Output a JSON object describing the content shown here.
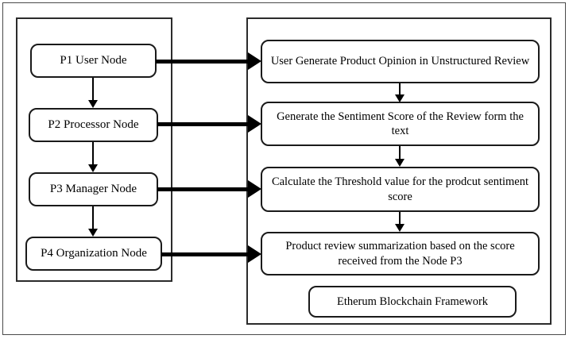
{
  "figure": {
    "type": "block-flow-diagram",
    "background_color": "#ffffff",
    "line_color": "#000000"
  },
  "left_panel": {
    "name": "participant-nodes-panel",
    "nodes": [
      {
        "id": "P1",
        "label": "P1 User Node"
      },
      {
        "id": "P2",
        "label": "P2 Processor Node"
      },
      {
        "id": "P3",
        "label": "P3 Manager Node"
      },
      {
        "id": "P4",
        "label": "P4 Organization Node"
      }
    ]
  },
  "right_panel": {
    "name": "process-steps-panel",
    "steps": [
      {
        "id": "S1",
        "label": "User Generate Product Opinion in Unstructured Review"
      },
      {
        "id": "S2",
        "label": "Generate the Sentiment Score of the Review form the text"
      },
      {
        "id": "S3",
        "label": "Calculate the Threshold value for the prodcut sentiment score"
      },
      {
        "id": "S4",
        "label": "Product review summarization based on the score received from the Node P3"
      }
    ],
    "framework": {
      "id": "F1",
      "label": "Etherum Blockchain Framework"
    }
  },
  "connections": {
    "vertical_left": [
      {
        "from": "P1",
        "to": "P2"
      },
      {
        "from": "P2",
        "to": "P3"
      },
      {
        "from": "P3",
        "to": "P4"
      }
    ],
    "vertical_right": [
      {
        "from": "S1",
        "to": "S2"
      },
      {
        "from": "S2",
        "to": "S3"
      },
      {
        "from": "S3",
        "to": "S4"
      }
    ],
    "horizontal": [
      {
        "from": "P1",
        "to": "S1"
      },
      {
        "from": "P2",
        "to": "S2"
      },
      {
        "from": "P3",
        "to": "S3"
      },
      {
        "from": "P4",
        "to": "S4"
      }
    ]
  }
}
